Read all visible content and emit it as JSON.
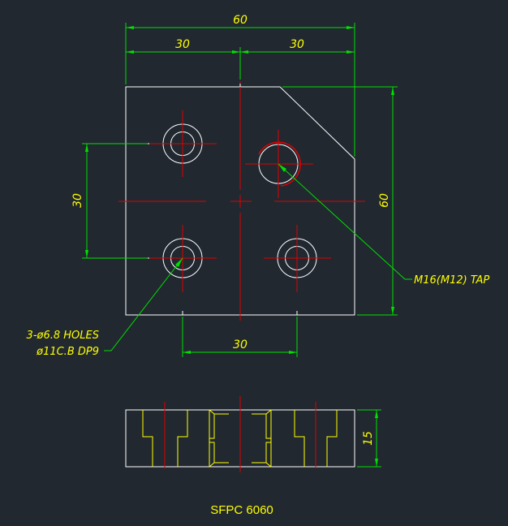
{
  "drawing": {
    "title": "SFPC 6060",
    "dimensions": {
      "top_overall": "60",
      "top_left_half": "30",
      "top_right_half": "30",
      "left_vertical": "30",
      "right_vertical": "60",
      "bottom_horizontal": "30",
      "side_height": "15"
    },
    "notes": {
      "tap_label": "M16(M12) TAP",
      "holes_line1": "3-ø6.8 HOLES",
      "holes_line2": "ø11C.B DP9"
    }
  },
  "colors": {
    "background": "#212830",
    "outline": "#ffffff",
    "centerline": "#e00000",
    "dimension": "#00e000",
    "text": "#ffff00"
  }
}
